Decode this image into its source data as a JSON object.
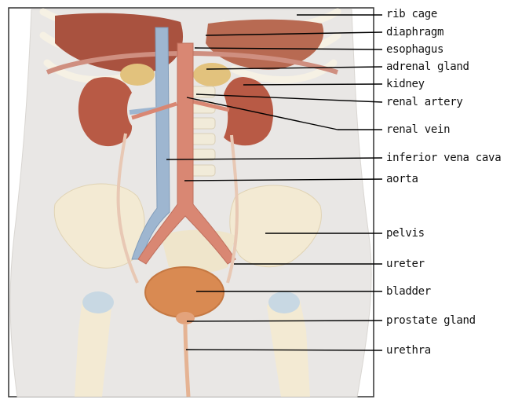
{
  "labels": [
    {
      "id": "rib-cage",
      "text": "rib cage"
    },
    {
      "id": "diaphragm",
      "text": "diaphragm"
    },
    {
      "id": "esophagus",
      "text": "esophagus"
    },
    {
      "id": "adrenal-gland",
      "text": "adrenal gland"
    },
    {
      "id": "kidney",
      "text": "kidney"
    },
    {
      "id": "renal-artery",
      "text": "renal artery"
    },
    {
      "id": "renal-vein",
      "text": "renal vein"
    },
    {
      "id": "inferior-vena-cava",
      "text": "inferior vena cava"
    },
    {
      "id": "aorta",
      "text": "aorta"
    },
    {
      "id": "pelvis",
      "text": "pelvis"
    },
    {
      "id": "ureter",
      "text": "ureter"
    },
    {
      "id": "bladder",
      "text": "bladder"
    },
    {
      "id": "prostate-gland",
      "text": "prostate gland"
    },
    {
      "id": "urethra",
      "text": "urethra"
    }
  ],
  "colors": {
    "skin": "#ece9e6",
    "bone": "#f3ead3",
    "kidney": "#b85a45",
    "liver": "#a9523f",
    "vena_cava": "#9eb6d0",
    "aorta": "#d98773",
    "bladder": "#d98a52",
    "ureter": "#e8c8b4",
    "leader_line": "#000000"
  }
}
